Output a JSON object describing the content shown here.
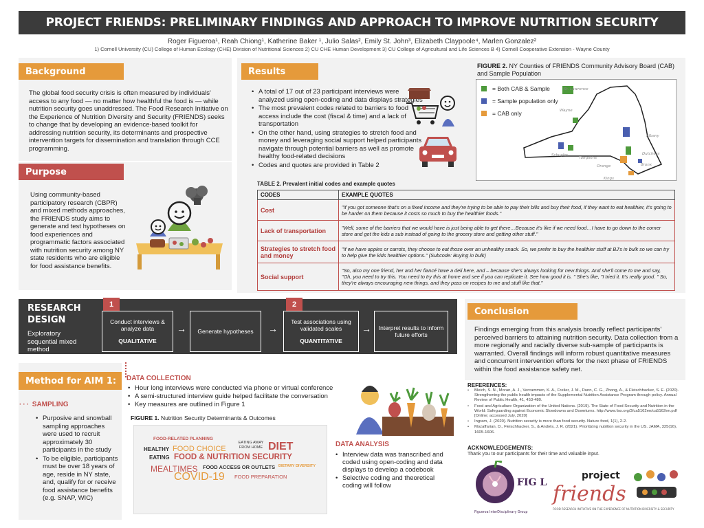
{
  "header": {
    "title": "PROJECT FRIENDS: PRELIMINARY FINDINGS AND APPROACH TO IMPROVE NUTRITION SECURITY",
    "authors": "Roger Figueroa¹, Reah Chiong¹, Katherine Baker ¹, Julio Salas², Emily St. John³, Elizabeth Claypoole⁴, Marlen Gonzalez²",
    "affiliations": "1) Cornell University (CU) College of Human Ecology (CHE) Division of Nutritional Sciences 2) CU CHE Human Development 3) CU College of Agricultural and Life Sciences B 4) Cornell Cooperative Extension - Wayne County"
  },
  "background": {
    "heading": "Background",
    "text": "The global food security crisis is often measured by individuals' access to any food — no matter how healthful the food is — while nutrition security goes unaddressed. The Food Research Initiative on the Experience of Nutrition Diversity and Security (FRIENDS) seeks to change that by developing an evidence-based toolkit for addressing nutrition security, its determinants and prospective intervention targets for dissemination and translation through CCE programming."
  },
  "purpose": {
    "heading": "Purpose",
    "text": "Using community-based participatory research (CBPR) and mixed methods approaches, the FRIENDS study aims to generate and test hypotheses on food experiences and programmatic factors associated with nutrition security among NY state residents who are eligible for food assistance benefits."
  },
  "results": {
    "heading": "Results",
    "bullets": [
      "A total of 17 out of 23 participant interviews were analyzed using open-coding and data displays strategies",
      "The most prevalent codes related to barriers to food access include the cost (fiscal & time) and a lack of transportation",
      "On the other hand, using strategies to stretch food and money and leveraging social support helped participants navigate through potential barriers as well as promote healthy food-related decisions",
      "Codes and quotes are provided in Table 2"
    ]
  },
  "figure2": {
    "caption_bold": "FIGURE 2.",
    "caption": "NY Counties of FRIENDS Community Advisory Board (CAB) and Sample Population",
    "legend": [
      {
        "label": "= Both CAB & Sample",
        "color": "#4e9a3c"
      },
      {
        "label": "= Sample population only",
        "color": "#4a5fb0"
      },
      {
        "label": "= CAB only",
        "color": "#e59a3b"
      }
    ],
    "counties": [
      "St. Lawrence",
      "Wayne",
      "Albany",
      "Dutchess",
      "Schuyler",
      "Tompkins",
      "Bronx",
      "Orange",
      "Kings"
    ]
  },
  "table2": {
    "caption": "TABLE 2. Prevalent initial codes and example quotes",
    "headers": [
      "CODES",
      "EXAMPLE QUOTES"
    ],
    "rows": [
      {
        "code": "Cost",
        "quote": "\"If you got someone that's on a fixed income and they're trying to be able to pay their bills and buy  their food, if they want to eat healthier, it's going to be harder on them because it costs so much to buy the  healthier foods.\""
      },
      {
        "code": "Lack of transportation",
        "quote": "\"Well, some of the barriers that we would have is just being able to get there…Because it's like if we need food…I have to go down to the corner store and get the kids a sub instead of going to the grocery store and getting other stuff.\""
      },
      {
        "code": "Strategies to stretch food and money",
        "quote": "\"If we have apples or carrots, they choose to eat those over an unhealthy snack. So, we prefer to buy the healthier stuff at BJ's in bulk so we can try to help give the kids healthier options.\" (Subcode: Buying in bulk)"
      },
      {
        "code": "Social support",
        "quote": "\"So, also my one friend, her and her fiancé have a deli here, and – because she's always looking for new things. And she'll come to me and say, \"Oh, you need to try this. You need to try this at home and see if you can replicate it. See how good it is. \" She's like, \"I tried it. It's really good. \" So, they're always encouraging new things, and they pass on recipes to me and stuff like that.\""
      }
    ]
  },
  "research_design": {
    "title": "RESEARCH DESIGN",
    "subtitle": "Exploratory sequential mixed method",
    "steps": [
      {
        "num": "1",
        "label": "Conduct interviews & analyze data",
        "type": "QUALITATIVE"
      },
      {
        "label": "Generate hypotheses"
      },
      {
        "num": "2",
        "label": "Test associations using validated scales",
        "type": "QUANTITATIVE"
      },
      {
        "label": "Interpret results to inform future efforts"
      }
    ]
  },
  "conclusion": {
    "heading": "Conclusion",
    "text": "Findings emerging from this analysis broadly reflect participants' perceived barriers to attaining nutrition security. Data collection from a more regionally and racially diverse sub-sample of participants is warranted. Overall findings will inform robust quantitative measures and concurrent intervention efforts for the next phase of FRIENDS within the food assistance safety net."
  },
  "method": {
    "heading": "Method for AIM 1:",
    "sampling_heading": "SAMPLING",
    "sampling_bullets": [
      "Purposive and snowball sampling approaches were used to recruit approximately 30 participants in the study",
      "To be eligible, participants must be over 18 years of age, reside in NY state, and, qualify for or receive food assistance benefits (e.g. SNAP, WIC)"
    ],
    "data_collection_heading": "DATA COLLECTION",
    "data_collection_bullets": [
      "Hour long interviews were conducted via phone or virtual conference",
      "A semi-structured interview guide helped facilitate the conversation",
      "Key measures are outlined in Figure 1"
    ],
    "figure1_bold": "FIGURE 1.",
    "figure1_caption": "Nutrition Security Determinants & Outcomes",
    "data_analysis_heading": "DATA ANALYSIS",
    "data_analysis_bullets": [
      "Interview data was transcribed and coded using open-coding and data displays to develop a codebook",
      "Selective coding and theoretical coding will follow"
    ]
  },
  "word_cloud": {
    "food_related_planning": "FOOD-RELATED PLANNING",
    "healthy": "HEALTHY",
    "food_choice": "FOOD CHOICE",
    "eating_away": "EATING AWAY FROM HOME",
    "diet": "DIET",
    "eating": "EATING",
    "nutrition_security": "FOOD & NUTRITION SECURITY",
    "mealtimes": "MEALTIMES",
    "food_access": "FOOD ACCESS OR OUTLETS",
    "dietary_diversity": "DIETARY DIVERSITY",
    "covid": "COVID-19",
    "food_preparation": "FOOD PREPARATION"
  },
  "references": {
    "heading": "REFERENCES:",
    "items": [
      "Bleich, S. N., Moran, A. J., Vercammen, K. A., Frelier, J. M., Dunn, C. G., Zhong, A., & Fleischhacker, S. E. (2020). Strengthening the public health impacts of the Supplemental Nutrition Assistance Program through policy. Annual Review of Public Health, 41, 453-480.",
      "Food and Agriculture Organization of the United Nations. (2019). The State of Food Security and Nutrition in the World: Safeguarding against Economic Slowdowns and Downturns. http://www.fao.org/3/ca5162en/ca5162en.pdf [Online; accessed July, 2020]",
      "Ingram, J. (2020). Nutrition security is more than food security. Nature food, 1(1), 2-2.",
      "Mozaffarian, D., Fleischhacker, S., & Andrés, J. R. (2021). Prioritizing nutrition security in the US. JAMA, 325(16), 1605-1606."
    ],
    "ack_heading": "ACKNOWLEDGEMENTS:",
    "ack_text": "Thank you to our participants for their time and valuable input."
  },
  "logos": {
    "fig_lab": "FIG Lab",
    "fig_lab_sub": "Figueroa InterDisciplinary Group",
    "project": "project",
    "friends": "friends",
    "friends_sub": "FOOD RESEARCH INITIATIVE ON THE EXPERIENCE OF NUTRITION DIVERSITY & SECURITY"
  }
}
